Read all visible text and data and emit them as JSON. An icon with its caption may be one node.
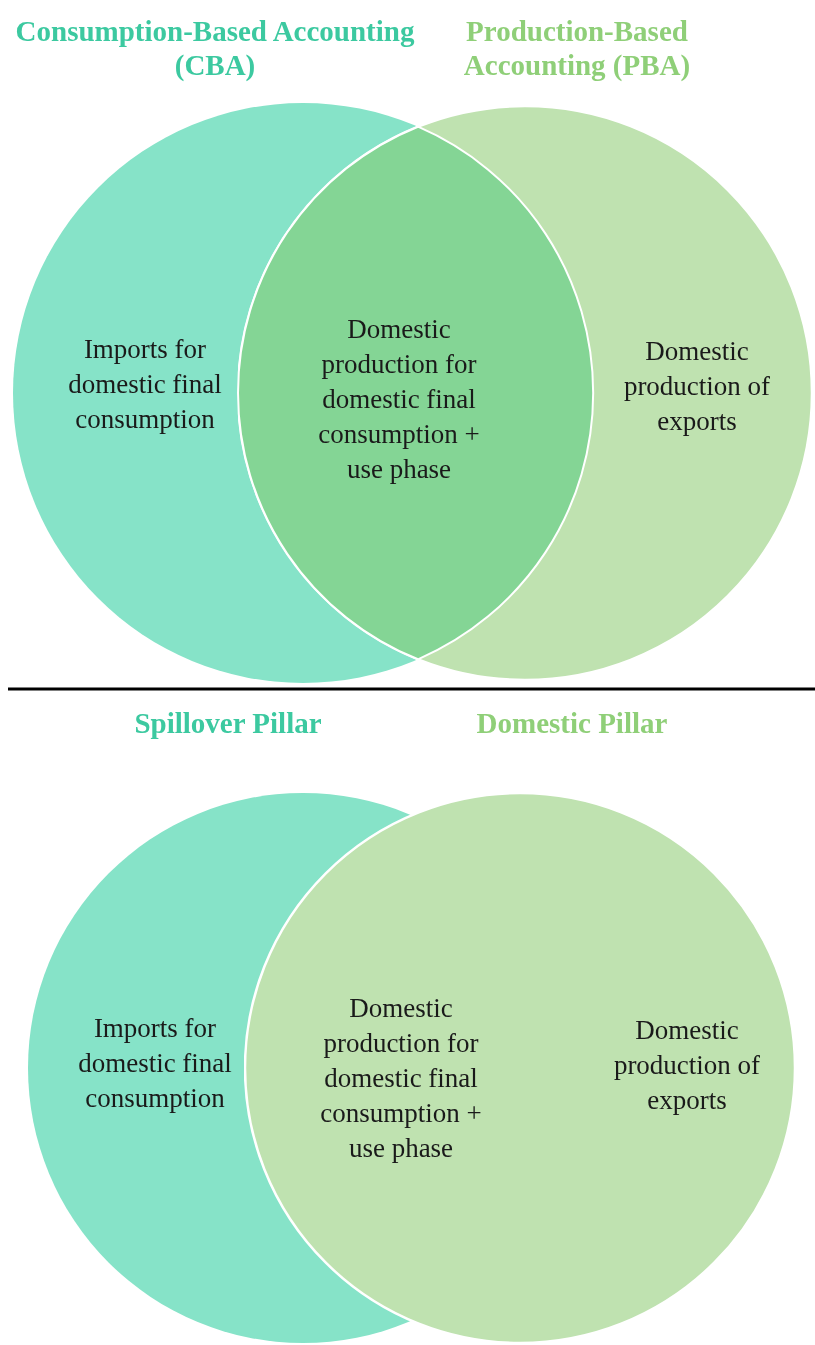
{
  "diagram": {
    "nodes": [
      {
        "text": [
          "Consumption-Based Accounting (CBA)",
          "Imports for domestic final consumption"
        ]
      },
      {
        "text": [
          "Production-Based Accounting (PBA)",
          "Domestic production of exports"
        ]
      },
      {
        "text": [
          "Domestic production for domestic final consumption + use phase"
        ]
      },
      {
        "text": [
          "Spillover Pillar",
          "Imports for domestic final consumption"
        ]
      },
      {
        "text": [
          "Domestic Pillar",
          "Domestic production for domestic final consumption + use phase",
          "Domestic production of exports"
        ]
      }
    ]
  }
}
